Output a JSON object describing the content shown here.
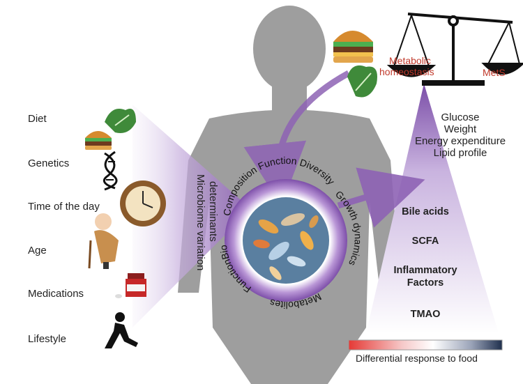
{
  "left_factors": [
    {
      "label": "Diet"
    },
    {
      "label": "Genetics"
    },
    {
      "label": "Time of the day"
    },
    {
      "label": "Age"
    },
    {
      "label": "Medications"
    },
    {
      "label": "Lifestyle"
    }
  ],
  "determinants_label_line1": "Microbiome variation",
  "determinants_label_line2": "determinants",
  "ring_text_top": "Composition Function Diversity",
  "ring_text_right": "Growth dynamics",
  "ring_text_bottom": "Metabolites",
  "ring_text_left": "FunctionBio",
  "scale": {
    "left_line1": "Metabolic",
    "left_line2": "homeostasis",
    "right": "MetS"
  },
  "triangle_top_items": [
    "Glucose",
    "Weight",
    "Energy expenditure",
    "Lipid profile"
  ],
  "triangle_bold_items": [
    {
      "lines": [
        "Bile acids"
      ]
    },
    {
      "lines": [
        "SCFA"
      ]
    },
    {
      "lines": [
        "Inflammatory",
        "Factors"
      ]
    },
    {
      "lines": [
        "TMAO"
      ]
    }
  ],
  "gradient_caption": "Differential response to food",
  "colors": {
    "silhouette": "#9e9e9e",
    "purple": "#8e63b5",
    "purple_light": "#e4d8ef",
    "scale_red": "#c0392b",
    "gradient_red": "#e53935",
    "gradient_navy": "#1f2f4d"
  },
  "icons": [
    "burger-icon",
    "lettuce-icon",
    "dna-icon",
    "clock-icon",
    "elderly-person-icon",
    "pill-bottle-icon",
    "runner-icon",
    "balance-scale-icon",
    "bacteria-image"
  ]
}
